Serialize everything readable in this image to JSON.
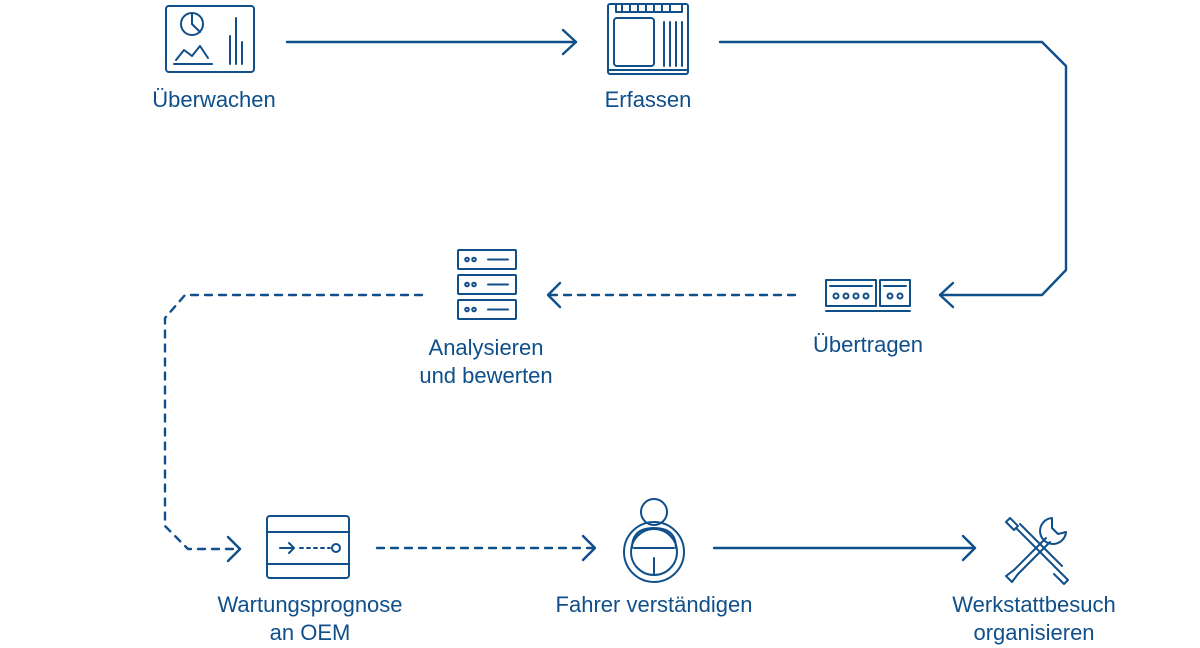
{
  "colors": {
    "stroke": "#0f4f8a",
    "background": "#ffffff"
  },
  "steps": {
    "monitor": {
      "icon": "dashboard-monitor-icon",
      "lines": [
        "Überwachen"
      ]
    },
    "capture": {
      "icon": "sensor-module-icon",
      "lines": [
        "Erfassen"
      ]
    },
    "transmit": {
      "icon": "transmitter-device-icon",
      "lines": [
        "Übertragen"
      ]
    },
    "analyze": {
      "icon": "server-rack-icon",
      "lines": [
        "Analysieren",
        "und bewerten"
      ]
    },
    "forecast": {
      "icon": "forecast-panel-icon",
      "lines": [
        "Wartungsprognose",
        "an OEM"
      ]
    },
    "notify": {
      "icon": "driver-steering-wheel-icon",
      "lines": [
        "Fahrer verständigen"
      ]
    },
    "workshop": {
      "icon": "wrench-screwdriver-icon",
      "lines": [
        "Werkstattbesuch",
        "organisieren"
      ]
    }
  },
  "connectors": [
    {
      "from": "monitor",
      "to": "capture",
      "style": "solid"
    },
    {
      "from": "capture",
      "to": "transmit",
      "style": "solid"
    },
    {
      "from": "transmit",
      "to": "analyze",
      "style": "dashed"
    },
    {
      "from": "analyze",
      "to": "forecast",
      "style": "dashed"
    },
    {
      "from": "forecast",
      "to": "notify",
      "style": "dashed"
    },
    {
      "from": "notify",
      "to": "workshop",
      "style": "solid"
    }
  ]
}
